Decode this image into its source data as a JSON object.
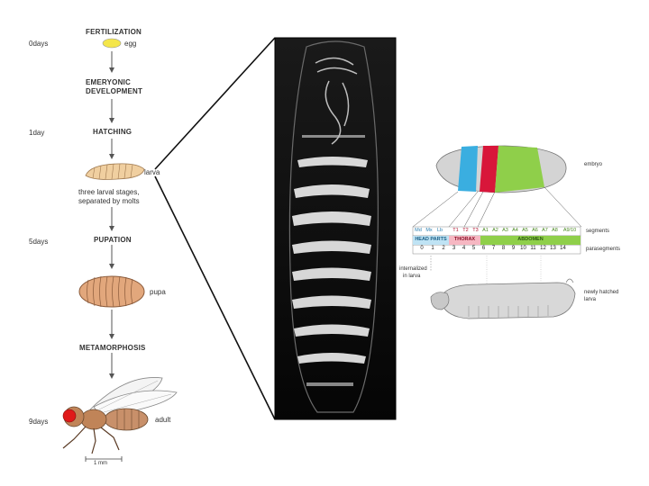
{
  "lifecycle": {
    "days": [
      "0days",
      "1day",
      "5days",
      "9days"
    ],
    "stages": {
      "fertilization": "FERTILIZATION",
      "egg": "egg",
      "development_line1": "EMERYONIC",
      "development_line2": "DEVELOPMENT",
      "hatching": "HATCHING",
      "larva": "larva",
      "molts_line1": "three larval stages,",
      "molts_line2": "separated by molts",
      "pupation": "PUPATION",
      "pupa": "pupa",
      "metamorphosis": "METAMORPHOSIS",
      "adult": "adult",
      "scale": "1 mm"
    }
  },
  "segmentation": {
    "embryo_label": "embryo",
    "segments_label": "segments",
    "parasegments_label": "parasegments",
    "internalized_line1": "internalized",
    "internalized_line2": "in larva",
    "hatched_line1": "newly hatched",
    "hatched_line2": "larva",
    "segments": [
      "Md",
      "Mx",
      "Lb",
      "T1",
      "T2",
      "T3",
      "A1",
      "A2",
      "A3",
      "A4",
      "A5",
      "A6",
      "A7",
      "A8",
      "A9/10"
    ],
    "regions": {
      "head": "HEAD PARTS",
      "thorax": "THORAX",
      "abdomen": "ABDOMEN"
    },
    "parasegments": [
      "0",
      "1",
      "2",
      "3",
      "4",
      "5",
      "6",
      "7",
      "8",
      "9",
      "10",
      "11",
      "12",
      "13",
      "14"
    ],
    "colors": {
      "head": "#3aaee0",
      "thorax": "#d8163a",
      "abdomen": "#8fcf4a",
      "body": "#d4d4d4"
    }
  }
}
